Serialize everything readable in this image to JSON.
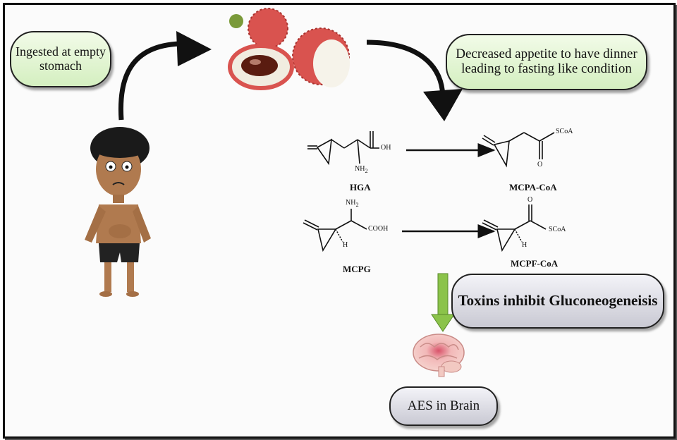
{
  "bubbles": {
    "ingested": "Ingested at empty stomach",
    "decreased": "Decreased appetite to have dinner leading to fasting like condition",
    "toxins": "Toxins inhibit Gluconeogeneisis",
    "aes": "AES in Brain"
  },
  "molecules": {
    "hga": "HGA",
    "mcpa": "MCPA-CoA",
    "mcpg": "MCPG",
    "mcpf": "MCPF-CoA"
  },
  "atoms": {
    "oh": "OH",
    "nh2": "NH",
    "nh2_sub": "2",
    "scoa": "SCoA",
    "cooh": "COOH",
    "h": "H",
    "o": "O"
  },
  "colors": {
    "green_box": "#d4efc0",
    "grey_box": "#c9c9d3",
    "down_arrow": "#8bc34a",
    "lychee_skin": "#d9534f"
  }
}
